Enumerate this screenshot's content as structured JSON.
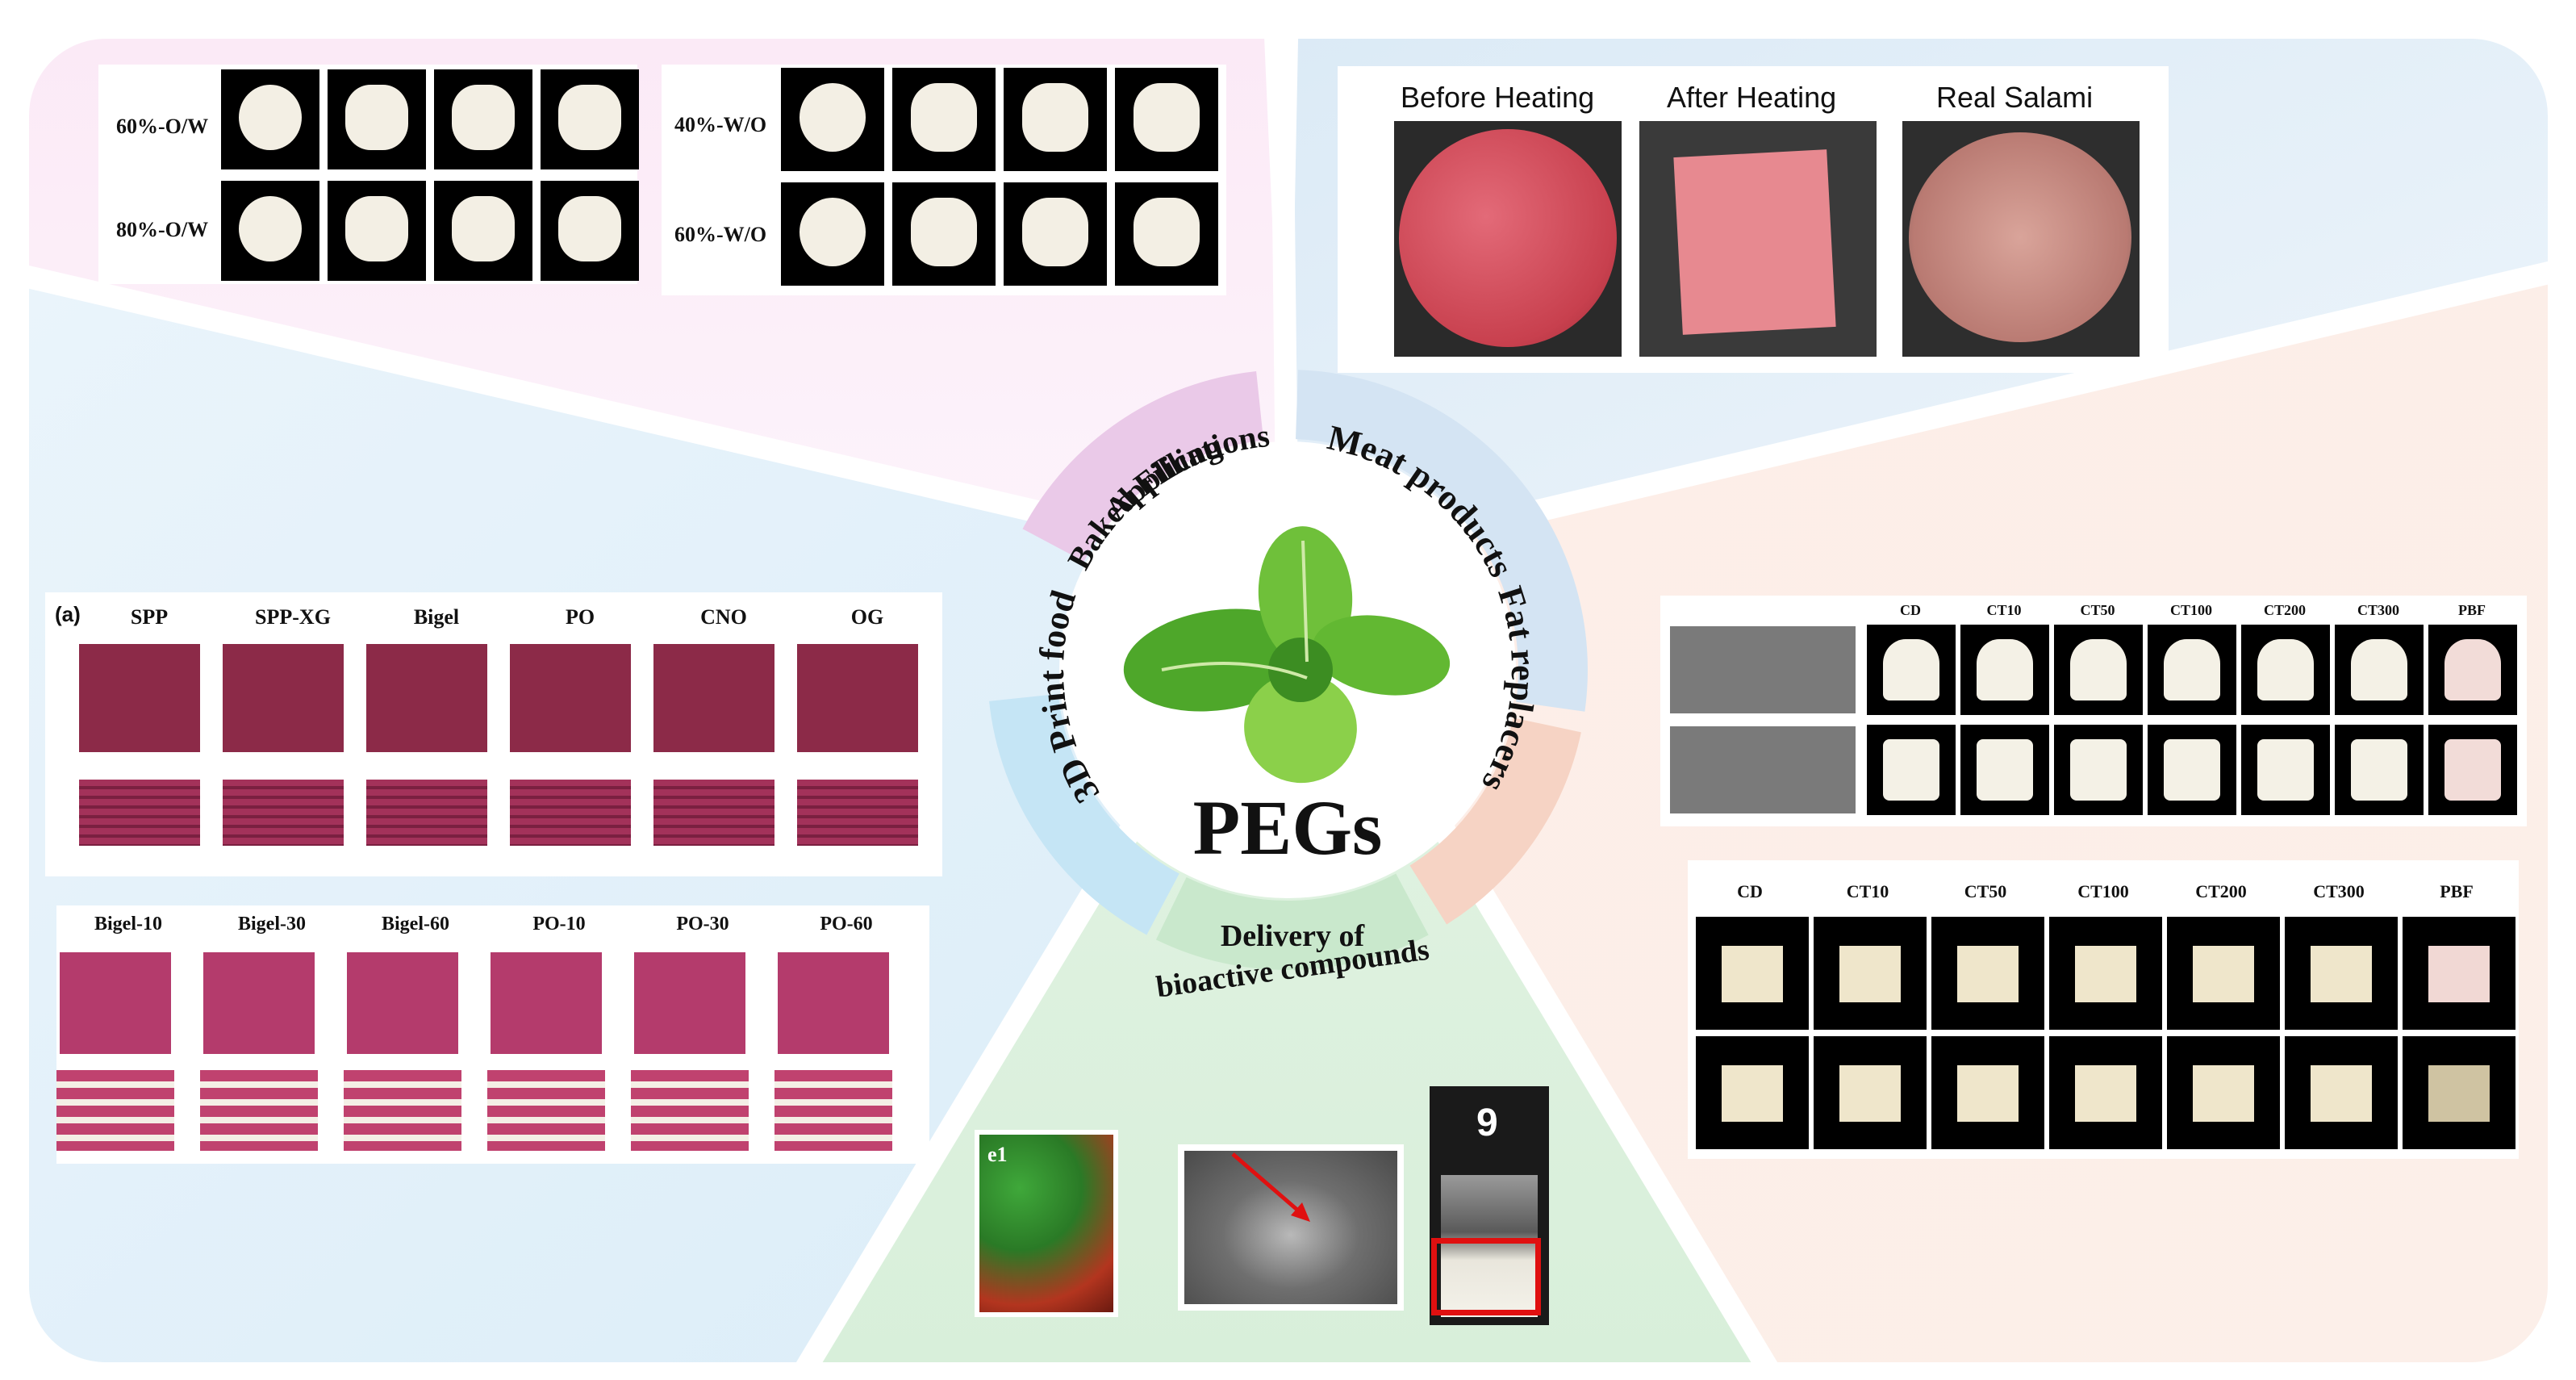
{
  "center": {
    "title": "PEGs",
    "icon": "mint-leaves-icon"
  },
  "ring_labels": {
    "baked": [
      "Baked Filling",
      "Applications"
    ],
    "meat": "Meat products",
    "fat": "Fat replacers",
    "delivery": [
      "Delivery of",
      "bioactive compounds"
    ],
    "print": "3D Print food"
  },
  "baked_panel": {
    "left_rows": [
      "60%-O/W",
      "80%-O/W"
    ],
    "right_rows": [
      "40%-W/O",
      "60%-W/O"
    ]
  },
  "meat_panel": {
    "captions": [
      "Before Heating",
      "After Heating",
      "Real Salami"
    ]
  },
  "fat_panel": {
    "top_headers": [
      "CD",
      "CT10",
      "CT50",
      "CT100",
      "CT200",
      "CT300",
      "PBF"
    ],
    "bottom_headers": [
      "CD",
      "CT10",
      "CT50",
      "CT100",
      "CT200",
      "CT300",
      "PBF"
    ]
  },
  "print_panel": {
    "tag": "(a)",
    "top_headers": [
      "SPP",
      "SPP-XG",
      "Bigel",
      "PO",
      "CNO",
      "OG"
    ],
    "bottom_headers": [
      "Bigel-10",
      "Bigel-30",
      "Bigel-60",
      "PO-10",
      "PO-30",
      "PO-60"
    ]
  },
  "delivery_panel": {
    "micrograph_tag": "e1",
    "vial_number": "9"
  },
  "colors": {
    "baked": "#eac9e8",
    "meat": "#d4e4f3",
    "fat": "#f6d3c4",
    "delivery": "#c9e8cc",
    "print": "#c5e5f5",
    "red_marker": "#e01010"
  }
}
